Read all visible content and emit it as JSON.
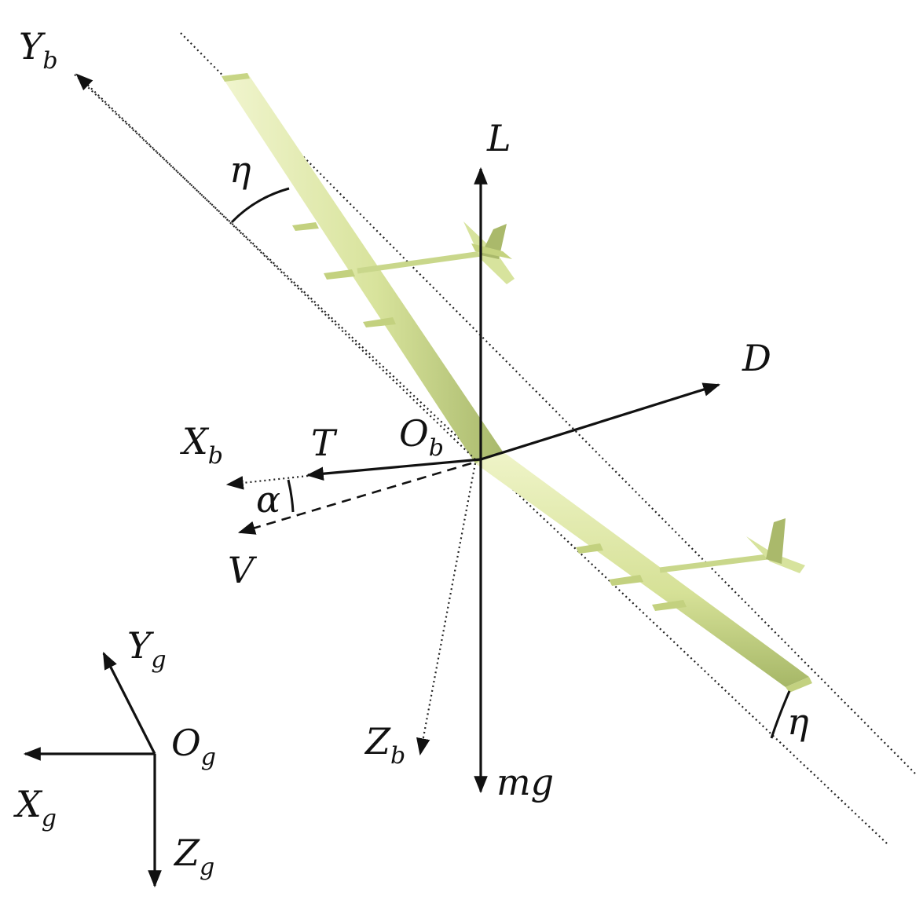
{
  "figure": {
    "labels": {
      "Yb": {
        "main": "Y",
        "sub": "b"
      },
      "L": {
        "main": "L",
        "sub": ""
      },
      "D": {
        "main": "D",
        "sub": ""
      },
      "Xb": {
        "main": "X",
        "sub": "b"
      },
      "T": {
        "main": "T",
        "sub": ""
      },
      "Ob": {
        "main": "O",
        "sub": "b"
      },
      "alpha": {
        "main": "α",
        "sub": ""
      },
      "V": {
        "main": "V",
        "sub": ""
      },
      "Zb": {
        "main": "Z",
        "sub": "b"
      },
      "mg": {
        "main": "mg",
        "sub": ""
      },
      "eta_top": {
        "main": "η",
        "sub": ""
      },
      "eta_bottom": {
        "main": "η",
        "sub": ""
      },
      "Yg": {
        "main": "Y",
        "sub": "g"
      },
      "Og": {
        "main": "O",
        "sub": "g"
      },
      "Xg": {
        "main": "X",
        "sub": "g"
      },
      "Zg": {
        "main": "Z",
        "sub": "g"
      }
    },
    "colors": {
      "wing_light": "#eef3c4",
      "wing_mid": "#d6e49a",
      "wing_dark": "#a8b96a",
      "ink": "#111111"
    }
  }
}
